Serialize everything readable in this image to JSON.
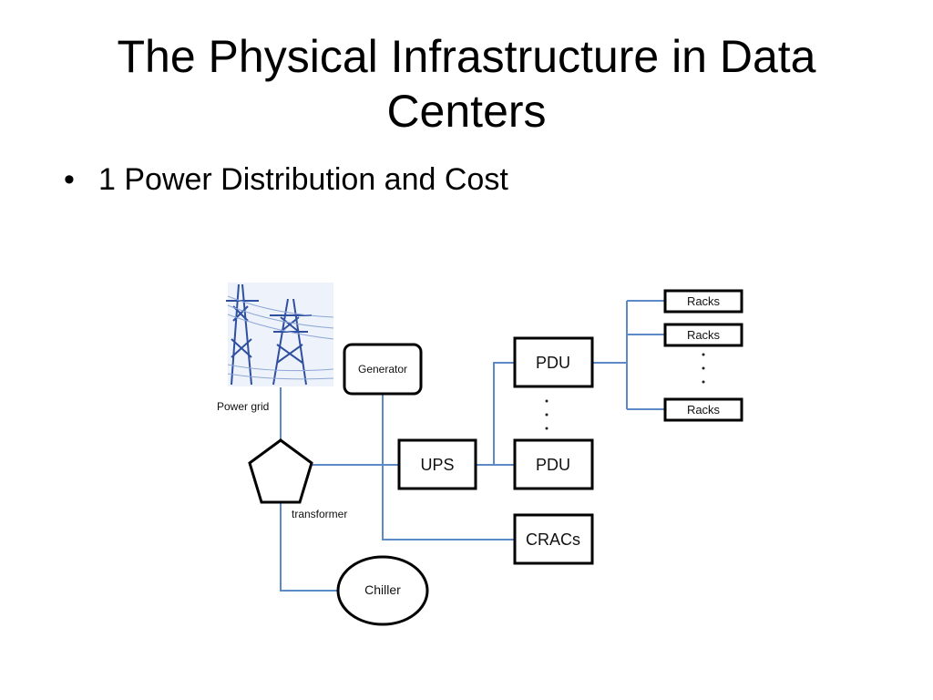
{
  "title": {
    "line1": "The Physical Infrastructure in Data",
    "line2": "Centers"
  },
  "bullets": [
    {
      "mark": "•",
      "text": "1 Power Distribution and Cost"
    }
  ],
  "diagram": {
    "power_grid_label": "Power grid",
    "generator_label": "Generator",
    "transformer_label": "transformer",
    "ups_label": "UPS",
    "pdu_top_label": "PDU",
    "pdu_bottom_label": "PDU",
    "cracs_label": "CRACs",
    "chiller_label": "Chiller",
    "racks": [
      "Racks",
      "Racks",
      "Racks"
    ],
    "line_color": "#5b8ac6",
    "box_color": "#000000"
  }
}
